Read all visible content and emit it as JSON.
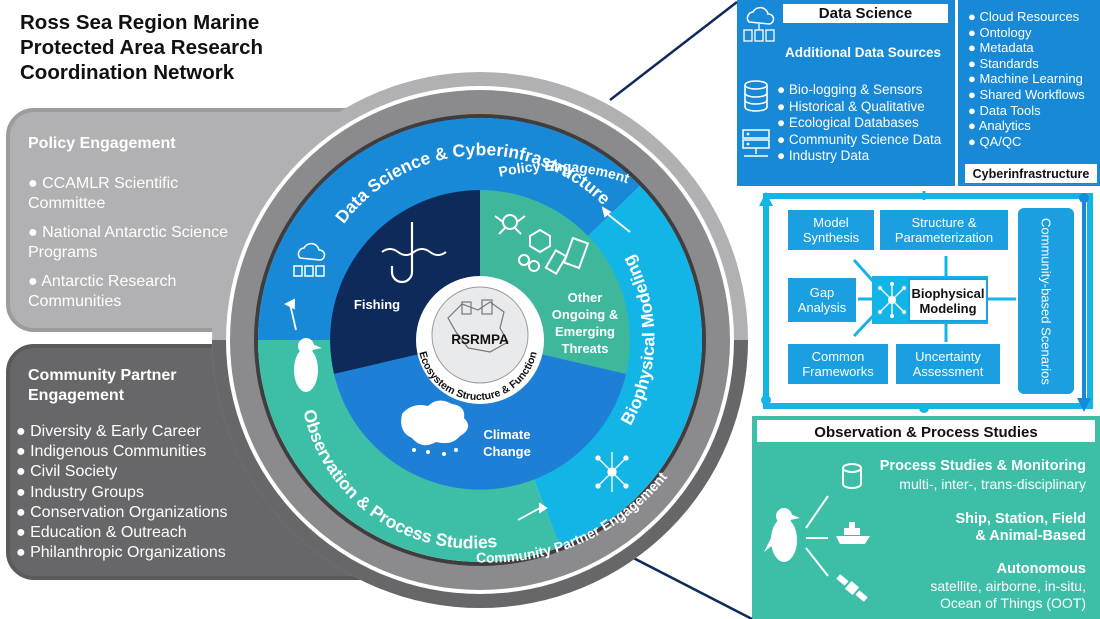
{
  "title": {
    "line1": "Ross Sea Region Marine",
    "line2": "Protected Area Research",
    "line3": "Coordination Network"
  },
  "policy": {
    "heading": "Policy Engagement",
    "items": [
      "● CCAMLR Scientific Committee",
      "● National Antarctic Science Programs",
      "● Antarctic Research Communities"
    ]
  },
  "community": {
    "heading": "Community Partner Engagement",
    "items": [
      "● Diversity & Early Career",
      "● Indigenous Communities",
      "● Civil Society",
      "● Industry Groups",
      "● Conservation Organizations",
      "● Education & Outreach",
      "● Philanthropic Organizations"
    ]
  },
  "circle": {
    "outer_top": "Policy Engagement",
    "outer_bottom": "Community Partner Engagement",
    "ring_ds": "Data Science & Cyberinfrastructure",
    "ring_ops": "Observation & Process Studies",
    "ring_bm": "Biophysical Modeling",
    "fishing": "Fishing",
    "threats": [
      "Other",
      "Ongoing &",
      "Emerging",
      "Threats"
    ],
    "climate": [
      "Climate",
      "Change"
    ],
    "center_name": "RSRMPA",
    "center_arc": "Ecosystem Structure & Function"
  },
  "data_science": {
    "title": "Data Science",
    "subtitle": "Additional Data Sources",
    "items": [
      "● Bio-logging & Sensors",
      "● Historical & Qualitative",
      "● Ecological Databases",
      "● Community Science Data",
      "● Industry Data"
    ]
  },
  "cyberinfrastructure": {
    "title": "Cyberinfrastructure",
    "items": [
      "● Cloud Resources",
      "● Ontology",
      "● Metadata",
      "● Standards",
      "● Machine Learning",
      "● Shared Workflows",
      "● Data Tools",
      "● Analytics",
      "● QA/QC"
    ]
  },
  "biophysical": {
    "center": [
      "Biophysical",
      "Modeling"
    ],
    "model_synthesis": [
      "Model",
      "Synthesis"
    ],
    "structure": [
      "Structure &",
      "Parameterization"
    ],
    "gap": [
      "Gap",
      "Analysis"
    ],
    "common": [
      "Common",
      "Frameworks"
    ],
    "uncertainty": [
      "Uncertainty",
      "Assessment"
    ],
    "community": "Community-based Scenarios"
  },
  "observation": {
    "title": "Observation & Process Studies",
    "process_head": "Process Studies & Monitoring",
    "process_sub": "multi-, inter-, trans-disciplinary",
    "ship_line1": "Ship, Station, Field",
    "ship_line2": "& Animal-Based",
    "auto_head": "Autonomous",
    "auto_line1": "satellite, airborne, in-situ,",
    "auto_line2": "Ocean of Things (OOT)"
  },
  "colors": {
    "dark_navy": "#0d2a5a",
    "ds_blue": "#1789d6",
    "bm_cyan": "#13b5e6",
    "ops_teal": "#3dbfa7",
    "climate_blue": "#1e7fd6",
    "threat_green": "#3eb79a",
    "policy_gray": "#b1b1b3",
    "community_gray": "#676769"
  }
}
